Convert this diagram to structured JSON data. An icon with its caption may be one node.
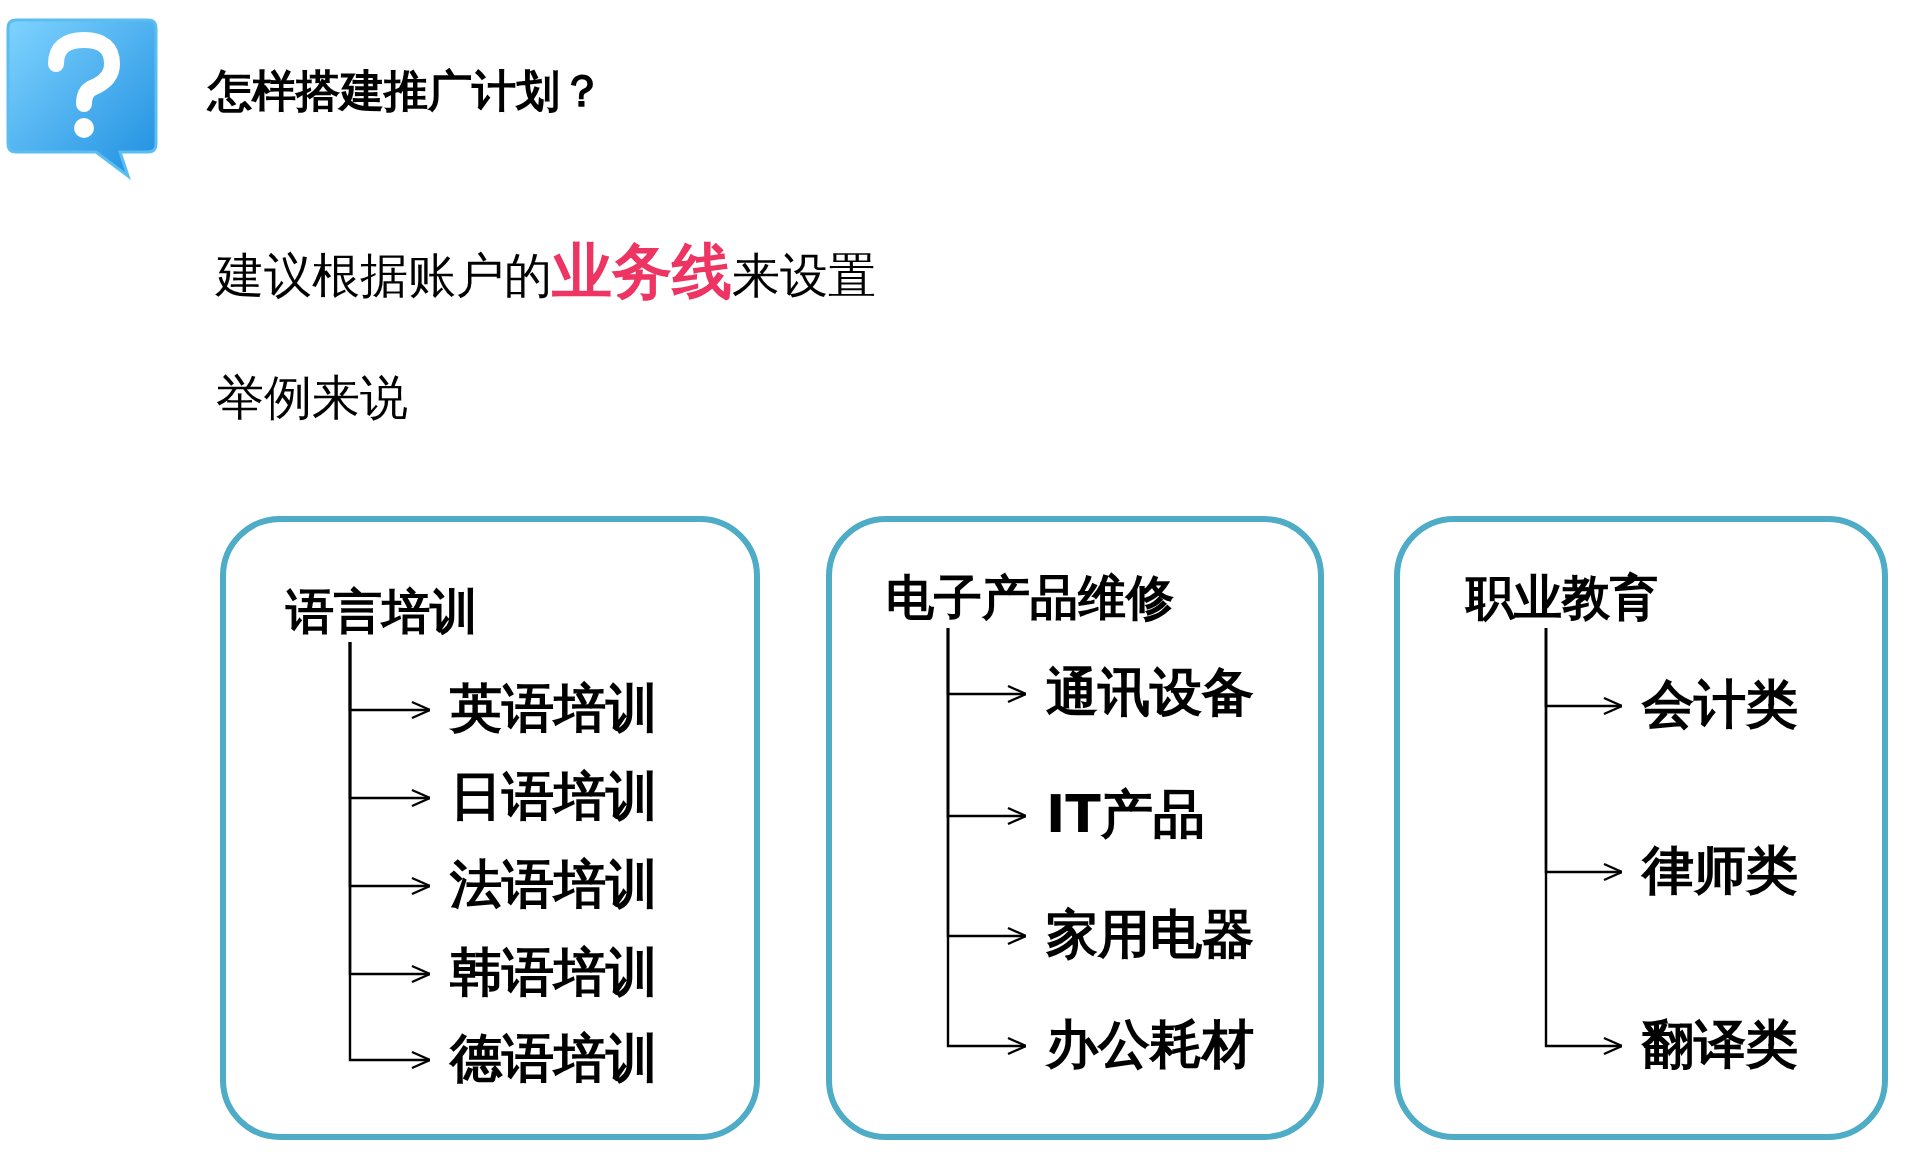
{
  "diagram": {
    "title": "怎样搭建推广计划？",
    "nodes": [
      {
        "text": [],
        "shape": "box"
      },
      {
        "text": [
          "语言培训"
        ],
        "in": 0
      },
      {
        "text": [
          "英语培训"
        ],
        "in": 0
      },
      {
        "text": [
          "日语培训"
        ],
        "in": 0
      },
      {
        "text": [
          "法语培训"
        ],
        "in": 0
      },
      {
        "text": [
          "韩语培训"
        ],
        "in": 0
      },
      {
        "text": [
          "德语培训"
        ],
        "in": 0
      },
      {
        "text": [],
        "shape": "box"
      },
      {
        "text": [
          "电子产品维修"
        ],
        "in": 7
      },
      {
        "text": [
          "通讯设备"
        ],
        "in": 7
      },
      {
        "text": [
          "IT产品"
        ],
        "in": 7
      },
      {
        "text": [
          "家用电器"
        ],
        "in": 7
      },
      {
        "text": [
          "办公耗材"
        ],
        "in": 7
      },
      {
        "text": [],
        "shape": "box"
      },
      {
        "text": [
          "职业教育"
        ],
        "in": 13
      },
      {
        "text": [
          "会计类"
        ],
        "in": 13
      },
      {
        "text": [
          "律师类"
        ],
        "in": 13
      },
      {
        "text": [
          "翻译类"
        ],
        "in": 13
      }
    ],
    "edges": [
      {
        "from": 1,
        "to": 2,
        "arrow": "to"
      },
      {
        "from": 1,
        "to": 3,
        "arrow": "to"
      },
      {
        "from": 1,
        "to": 4,
        "arrow": "to"
      },
      {
        "from": 1,
        "to": 5,
        "arrow": "to"
      },
      {
        "from": 1,
        "to": 6,
        "arrow": "to"
      },
      {
        "from": 8,
        "to": 9,
        "arrow": "to"
      },
      {
        "from": 8,
        "to": 10,
        "arrow": "to"
      },
      {
        "from": 8,
        "to": 11,
        "arrow": "to"
      },
      {
        "from": 8,
        "to": 12,
        "arrow": "to"
      },
      {
        "from": 14,
        "to": 15,
        "arrow": "to"
      },
      {
        "from": 14,
        "to": 16,
        "arrow": "to"
      },
      {
        "from": 14,
        "to": 17,
        "arrow": "to"
      }
    ],
    "labels": [
      "建议根据账户的**业务线**来设置",
      "举例来说"
    ]
  }
}
